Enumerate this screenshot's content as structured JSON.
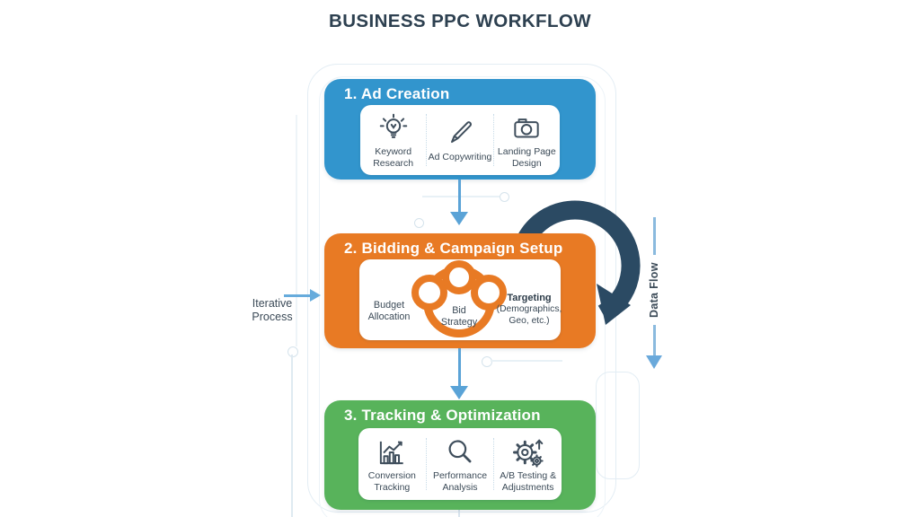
{
  "title": "BUSINESS PPC WORKFLOW",
  "annotations": {
    "iterative_process": "Iterative Process",
    "data_flow": "Data Flow"
  },
  "stages": [
    {
      "title": "1. Ad Creation",
      "color": "#3295cd",
      "items": [
        {
          "label": "Keyword Research",
          "icon": "lightbulb-icon"
        },
        {
          "label": "Ad Copywriting",
          "icon": "pencil-icon"
        },
        {
          "label": "Landing Page Design",
          "icon": "camera-icon"
        }
      ]
    },
    {
      "title": "2. Bidding & Campaign Setup",
      "color": "#e87a24",
      "items": [
        {
          "label": "Budget Allocation"
        },
        {
          "label": "Bid Strategy",
          "icon": "rings-paw-shape"
        },
        {
          "label": "Targeting",
          "sublabel": "(Demographics, Geo, etc.)"
        }
      ]
    },
    {
      "title": "3. Tracking & Optimization",
      "color": "#58b35b",
      "items": [
        {
          "label": "Conversion Tracking",
          "icon": "bar-chart-icon"
        },
        {
          "label": "Performance Analysis",
          "icon": "magnifier-icon"
        },
        {
          "label": "A/B Testing & Adjustments",
          "icon": "gears-arrow-icon"
        }
      ]
    }
  ],
  "colors": {
    "stage1_blue": "#3295cd",
    "stage2_orange": "#e87a24",
    "stage3_green": "#58b35b",
    "cycle_arrow_navy": "#2b4a63",
    "flow_arrow_blue": "#5aa3d7",
    "text_dark": "#2d4050",
    "label_gray": "#3b4a57"
  }
}
